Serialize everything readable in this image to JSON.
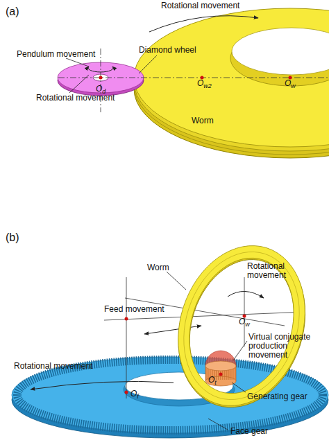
{
  "diagram": {
    "labels": [
      "(a)",
      "Rotational movement",
      "Diamond wheel",
      "Pendulum movement",
      "Od",
      "Rotational movement",
      "Ow2",
      "Ow",
      "Worm",
      "(b)",
      "Worm",
      "Rotational movement",
      "Feed movement",
      "Ow",
      "Virtual conjugate production movement",
      "Ot",
      "Generating gear",
      "Rotational movement",
      "Of",
      "Face gear"
    ]
  }
}
